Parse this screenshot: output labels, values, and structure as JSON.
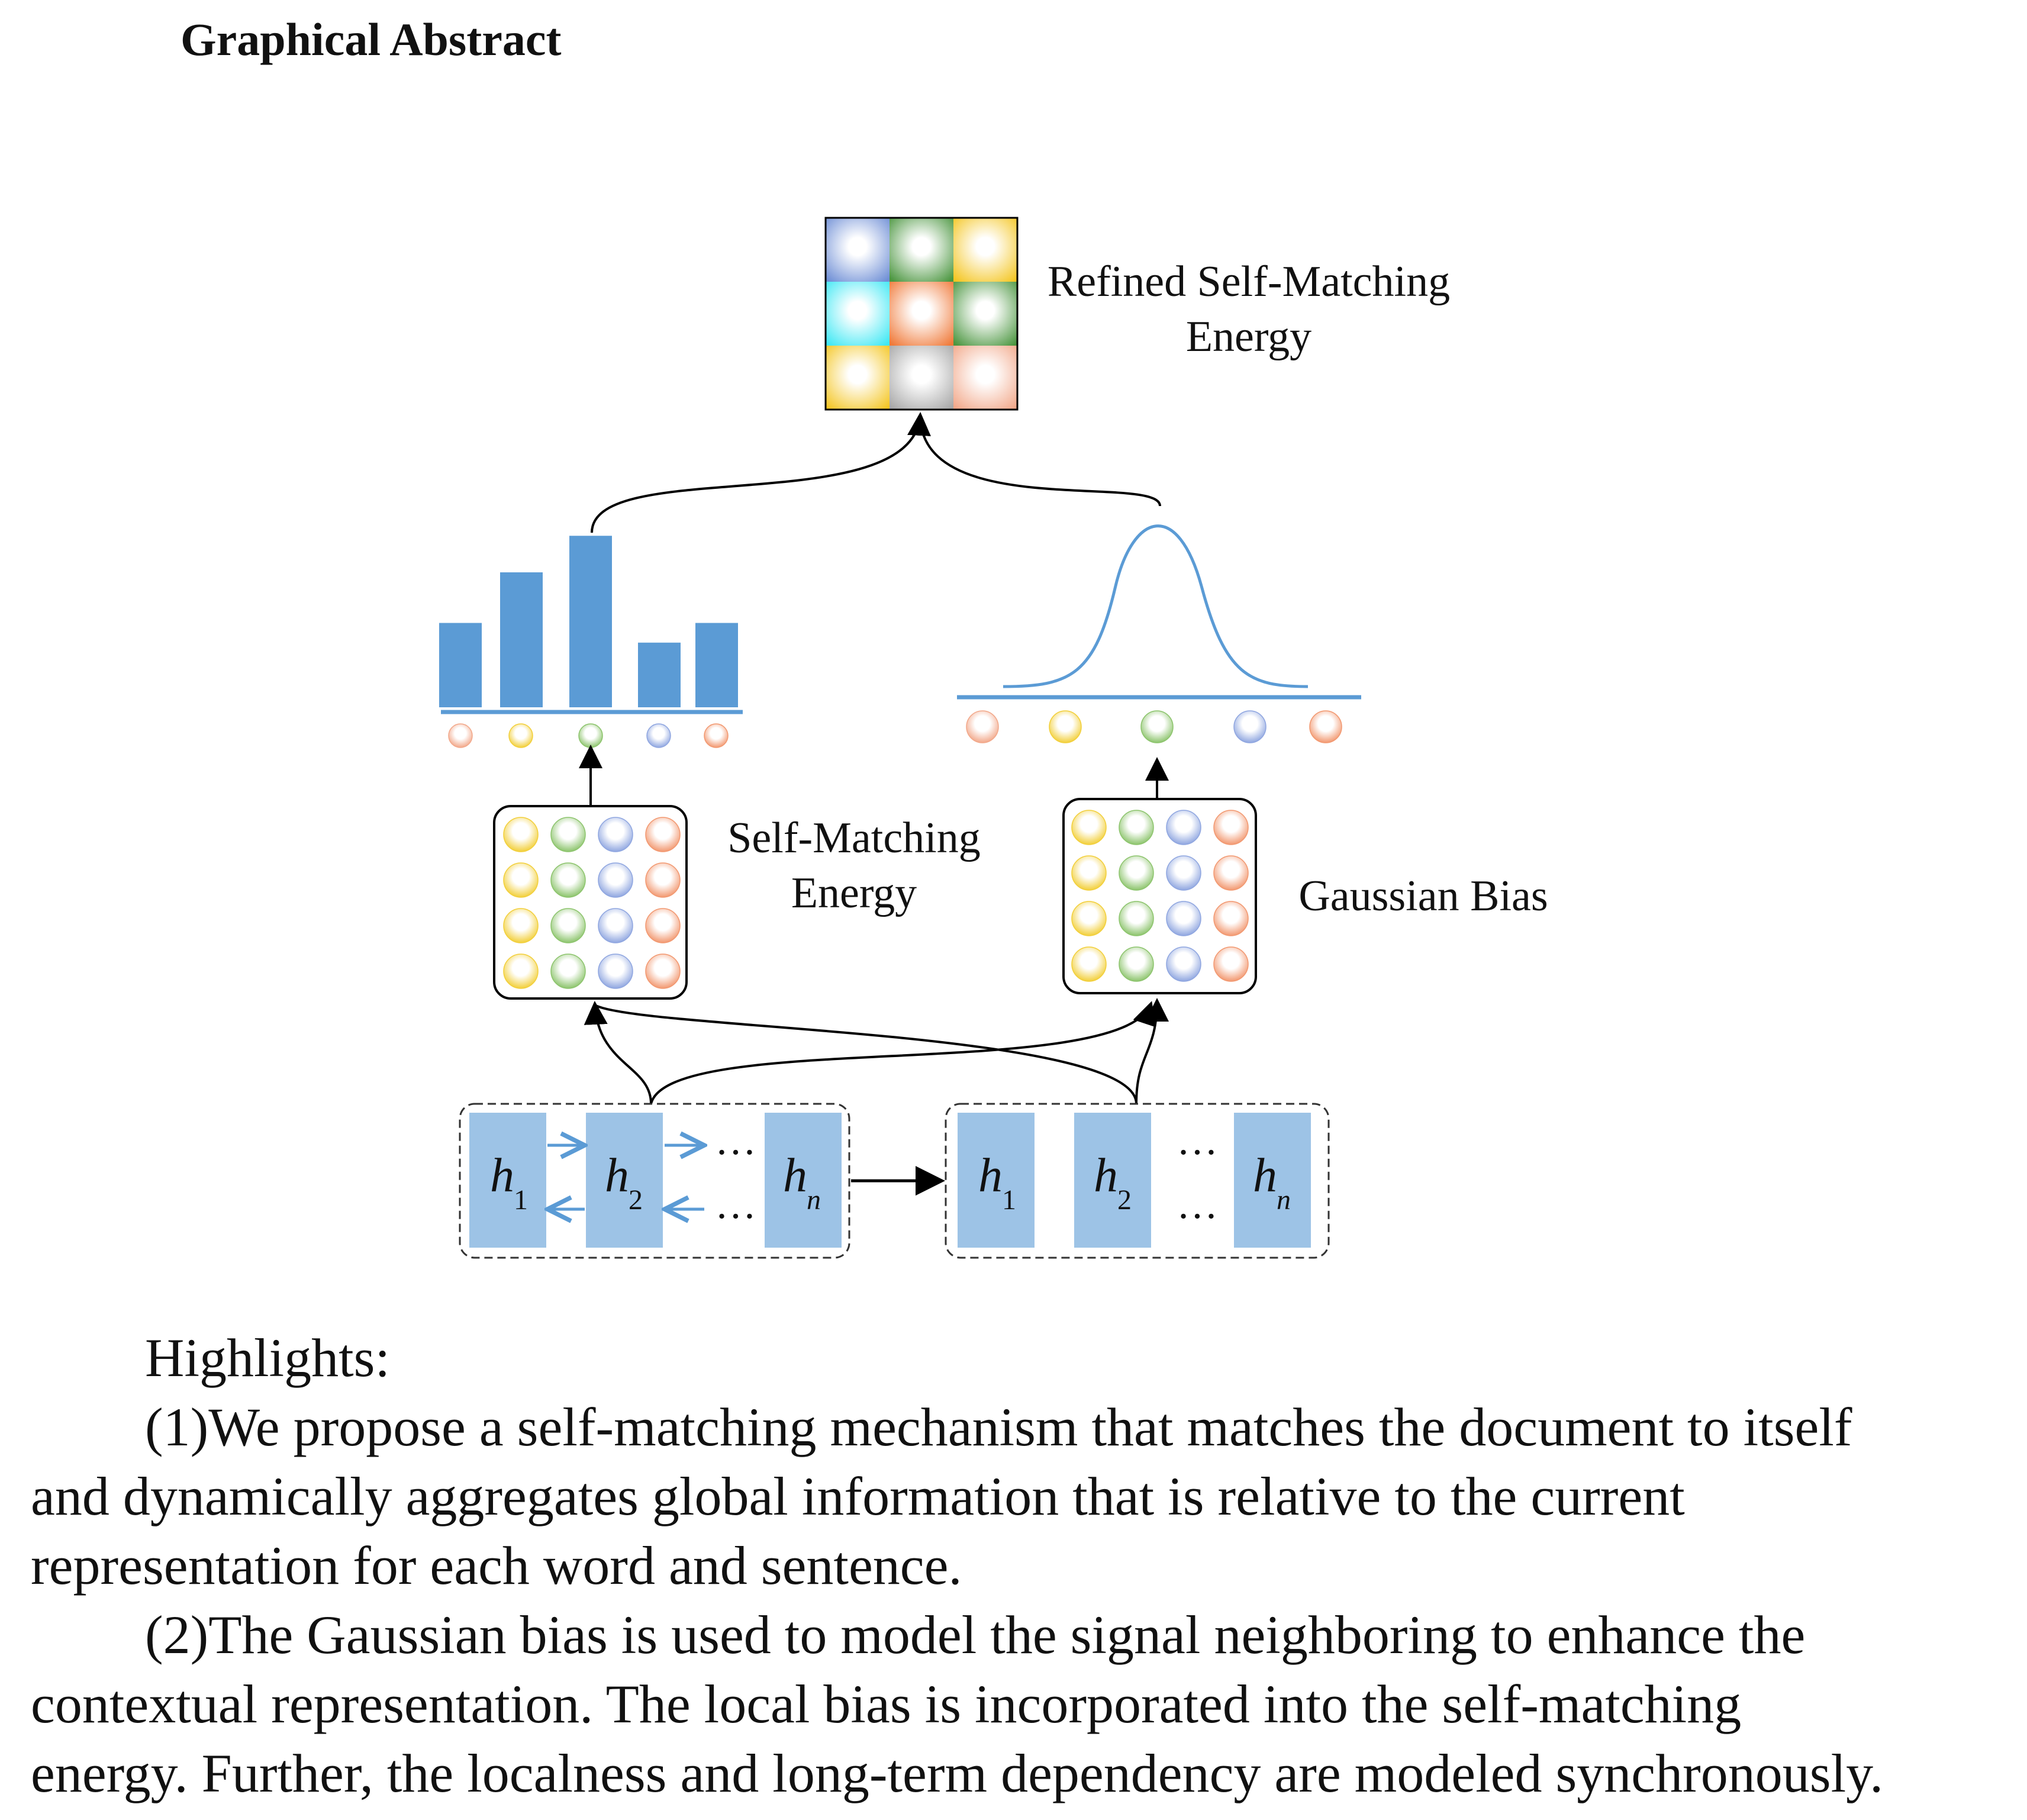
{
  "title": "Graphical Abstract",
  "diagram": {
    "refined_label": [
      "Refined Self-Matching",
      "Energy"
    ],
    "self_matching_label": [
      "Self-Matching",
      "Energy"
    ],
    "gaussian_label": "Gaussian Bias",
    "hidden_states": [
      {
        "main": "h",
        "sub": "1"
      },
      {
        "main": "h",
        "sub": "2"
      },
      {
        "main": "h",
        "sub": "n"
      }
    ],
    "ellipsis": "…",
    "energy_bars": [
      0.3,
      0.48,
      0.61,
      0.23,
      0.3
    ],
    "token_colors": [
      "#f2a88a",
      "#f2cf3a",
      "#8cc46c",
      "#8fa6e0",
      "#f29870"
    ],
    "grid_column_colors": [
      "#f2cf3a",
      "#8cc46c",
      "#8fa6e0",
      "#f29870"
    ],
    "refined_grid_colors": [
      [
        "#6f8fd6",
        "#4b9640",
        "#f4c623"
      ],
      [
        "#3fe8f4",
        "#f07a3a",
        "#4b9640"
      ],
      [
        "#f4c623",
        "#a8a8a8",
        "#f2a88a"
      ]
    ],
    "accent_color": "#5b9bd5",
    "hidden_fill": "#9dc3e6"
  },
  "highlights": {
    "heading": "Highlights:",
    "lines": [
      "(1)We propose a self-matching mechanism that matches the document to itself",
      "and dynamically aggregates global information that is relative to the current",
      "representation for each word and sentence.",
      "(2)The Gaussian bias is used to model the signal neighboring to enhance the",
      "contextual representation. The local bias is incorporated into the self-matching",
      "energy. Further, the localness and long-term dependency are modeled synchronously."
    ]
  }
}
